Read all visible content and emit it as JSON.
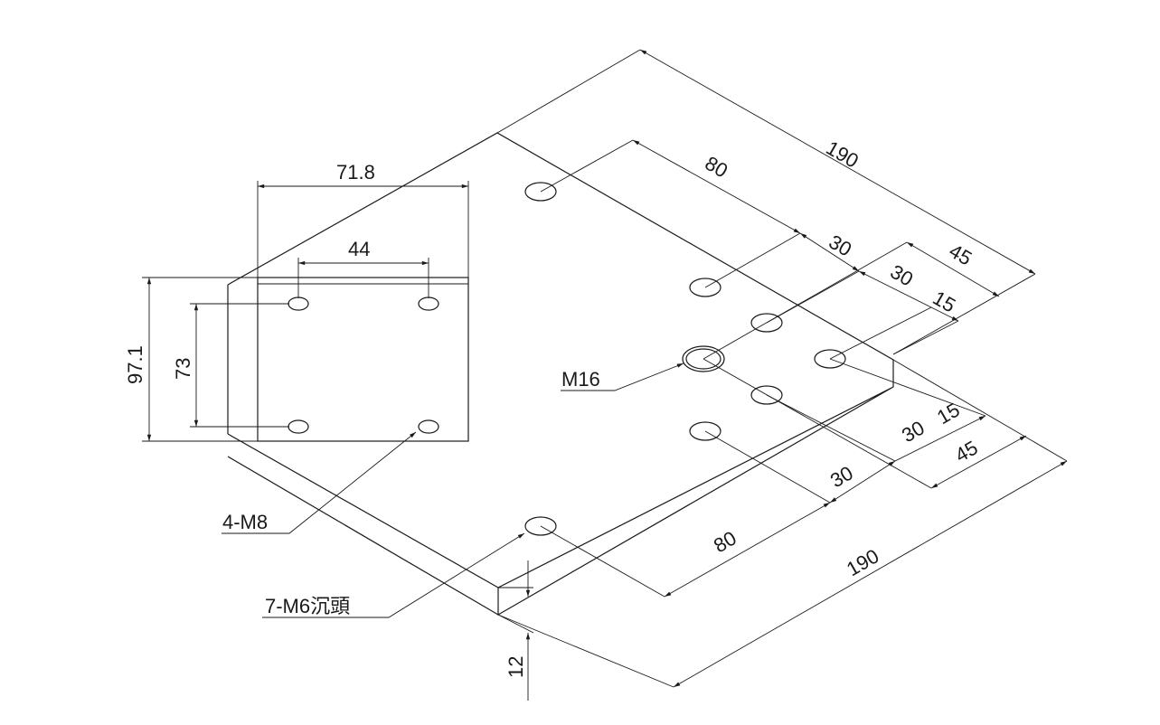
{
  "drawing": {
    "dims_top": {
      "overall": "190",
      "d80": "80",
      "d30a": "30",
      "d30b": "30",
      "d45": "45",
      "d15": "15"
    },
    "dims_bottom": {
      "overall": "190",
      "d80": "80",
      "d30a": "30",
      "d30b": "30",
      "d45": "45",
      "d15": "15"
    },
    "bracket": {
      "width_outer": "71.8",
      "width_inner": "44",
      "height_outer": "97.1",
      "height_inner": "73"
    },
    "thickness": "12",
    "callouts": {
      "center_hole": "M16",
      "bracket_holes": "4-M8",
      "plate_holes": "7-M6沉頭"
    }
  }
}
